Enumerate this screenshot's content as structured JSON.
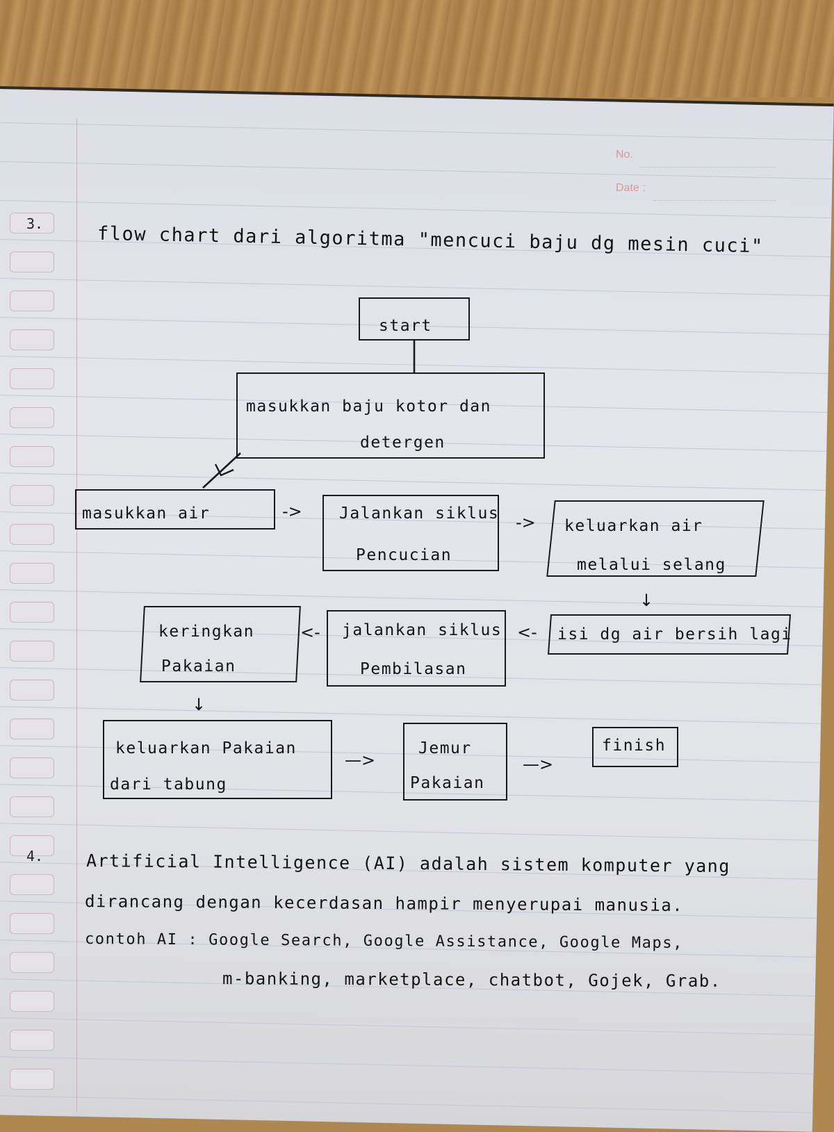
{
  "header": {
    "no_label": "No.",
    "date_label": "Date :"
  },
  "q3": {
    "number": "3.",
    "title": "flow chart dari algoritma \"mencuci baju dg mesin cuci\""
  },
  "flowchart": {
    "start": "start",
    "insert_clothes": [
      "masukkan baju kotor dan",
      "detergen"
    ],
    "insert_water": "masukkan air",
    "wash_cycle": [
      "Jalankan siklus",
      "Pencucian"
    ],
    "drain_water": [
      "keluarkan air",
      "melalui selang"
    ],
    "refill_water": "isi dg air bersih lagi",
    "rinse_cycle": [
      "jalankan siklus",
      "Pembilasan"
    ],
    "dry_clothes": [
      "keringkan",
      "Pakaian"
    ],
    "remove_clothes": [
      "keluarkan Pakaian",
      "dari tabung"
    ],
    "hang_clothes": [
      "Jemur",
      "Pakaian"
    ],
    "finish": "finish",
    "arrow_right": "->",
    "arrow_left": "<-",
    "arrow_down": "↓",
    "arrow_long_right": "—>"
  },
  "q4": {
    "number": "4.",
    "lines": [
      "Artificial Intelligence (AI) adalah sistem komputer yang",
      "dirancang dengan kecerdasan hampir menyerupai manusia.",
      "contoh AI : Google Search, Google Assistance, Google Maps,",
      "m-banking, marketplace, chatbot, Gojek, Grab."
    ]
  }
}
